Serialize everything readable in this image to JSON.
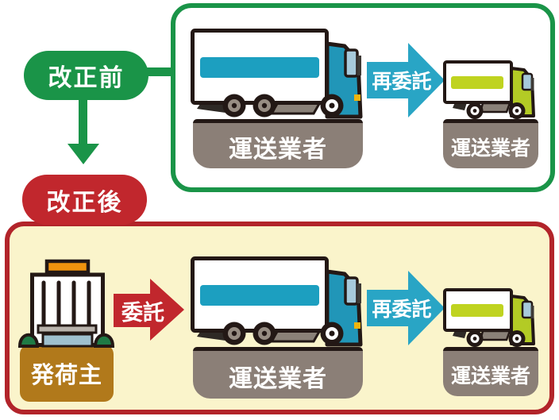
{
  "labels": {
    "before": "改正前",
    "after": "改正後"
  },
  "top_panel": {
    "carrier_left": "運送業者",
    "re_entrust_label": "再委託",
    "carrier_right": "運送業者"
  },
  "bottom_panel": {
    "shipper": "発荷主",
    "entrust_label": "委託",
    "carrier_left": "運送業者",
    "re_entrust_label": "再委託",
    "carrier_right": "運送業者"
  },
  "colors": {
    "green": "#1A9448",
    "red": "#C1272D",
    "dark_red_border": "#B2242A",
    "cyan_arrow": "#29A5C5",
    "teal_truck_cab": "#2196B8",
    "teal_truck_stripe": "#1C9FC0",
    "lime_truck_cab": "#B3CB25",
    "lime_truck_stripe": "#BFD320",
    "platform_taupe": "#8B7F77",
    "platform_gold": "#B1791B",
    "panel_cream": "#FAF4CB",
    "roof_orange": "#F0930E",
    "bush_green": "#1F7A45",
    "outline": "#231815",
    "window_blue": "#A7CADB"
  }
}
